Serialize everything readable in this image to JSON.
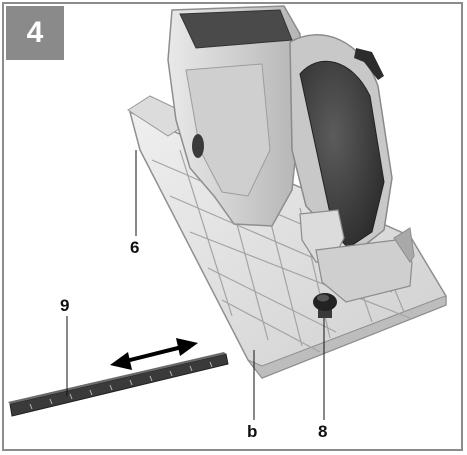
{
  "figure": {
    "number": "4",
    "callouts": {
      "fence_guide": "6",
      "parallel_guide": "9",
      "cut_mark": "b",
      "locking_knob": "8"
    }
  },
  "icons": {
    "double_arrow": "double-headed-arrow-icon"
  },
  "colors": {
    "frame": "#8c8c8c",
    "badge_bg": "#8a8a8a",
    "badge_text": "#ffffff",
    "label_text": "#111111"
  }
}
